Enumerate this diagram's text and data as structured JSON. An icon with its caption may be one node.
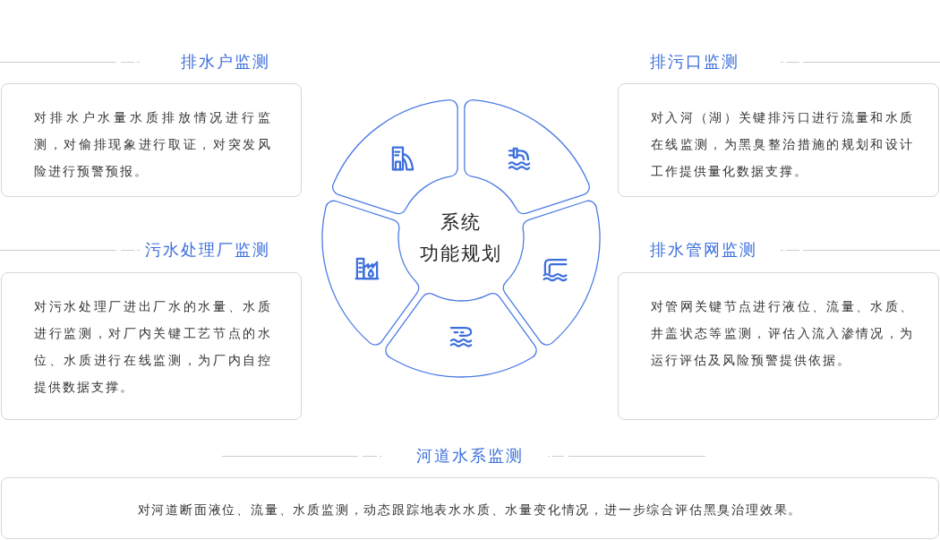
{
  "diagram": {
    "nodes": [
      {
        "text": [
          "排水户监测",
          "对排水户水量水质排放情况进行监测，对偷排现象进行取证，对突发风险进行预警预报。"
        ]
      },
      {
        "text": [
          "排污口监测",
          "对入河（湖）关键排污口进行流量和水质在线监测，为黑臭整治措施的规划和设计工作提供量化数据支撑。"
        ]
      },
      {
        "text": [
          "污水处理厂监测",
          "对污水处理厂进出厂水的水量、水质进行监测，对厂内关键工艺节点的水位、水质进行在线监测，为厂内自控提供数据支撑。"
        ]
      },
      {
        "text": [
          "排水管网监测",
          "对管网关键节点进行液位、流量、水质、井盖状态等监测，评估入流入渗情况，为运行评估及风险预警提供依据。"
        ]
      },
      {
        "text": [
          "河道水系监测",
          "对河道断面液位、流量、水质监测，动态跟踪地表水水质、水量变化情况，进一步综合评估黑臭治理效果。"
        ]
      }
    ],
    "labels": [
      "系统功能规划"
    ]
  }
}
